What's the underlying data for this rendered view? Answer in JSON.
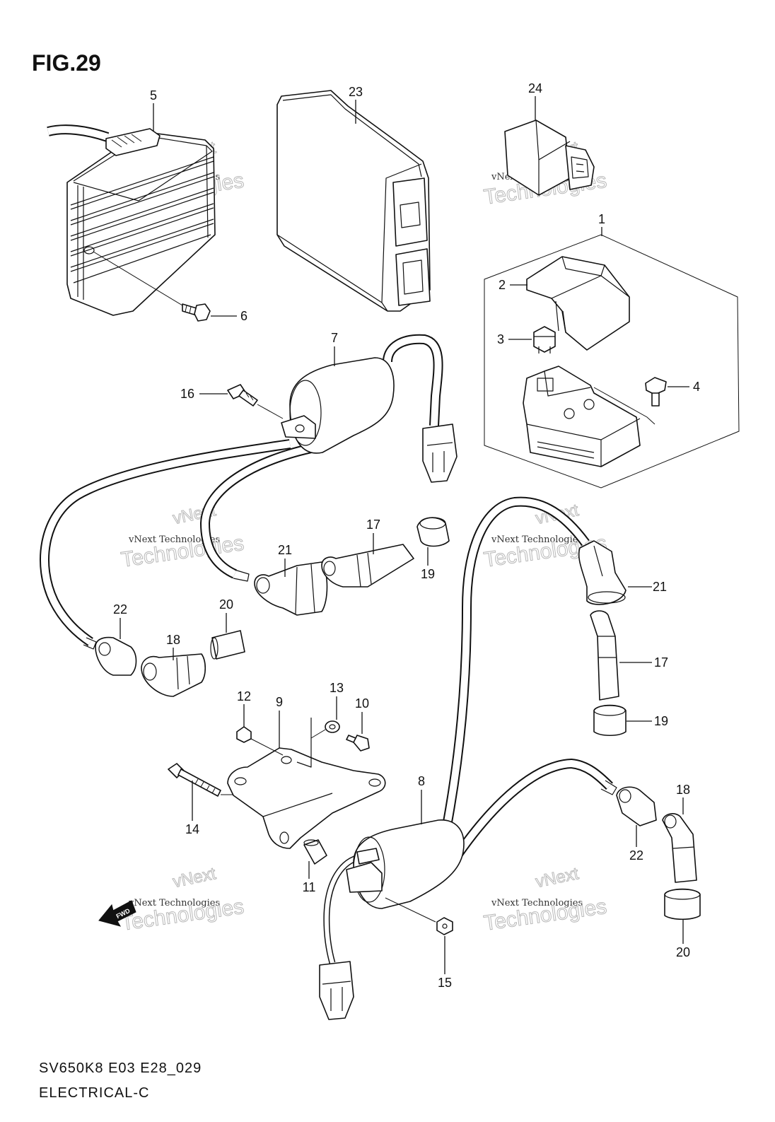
{
  "title": "FIG.29",
  "callouts": [
    "5",
    "23",
    "24",
    "1",
    "2",
    "3",
    "4",
    "6",
    "7",
    "16",
    "17",
    "21",
    "19",
    "22",
    "20",
    "18",
    "21",
    "17",
    "19",
    "12",
    "9",
    "13",
    "10",
    "14",
    "8",
    "18",
    "22",
    "11",
    "15",
    "20"
  ],
  "watermark": {
    "brand": "vNext",
    "word": "Technologies",
    "line": "vNext Technologies"
  },
  "fwd_label": "FWD",
  "footer": {
    "code": "SV650K8 E03 E28_029",
    "section": "ELECTRICAL-C"
  }
}
